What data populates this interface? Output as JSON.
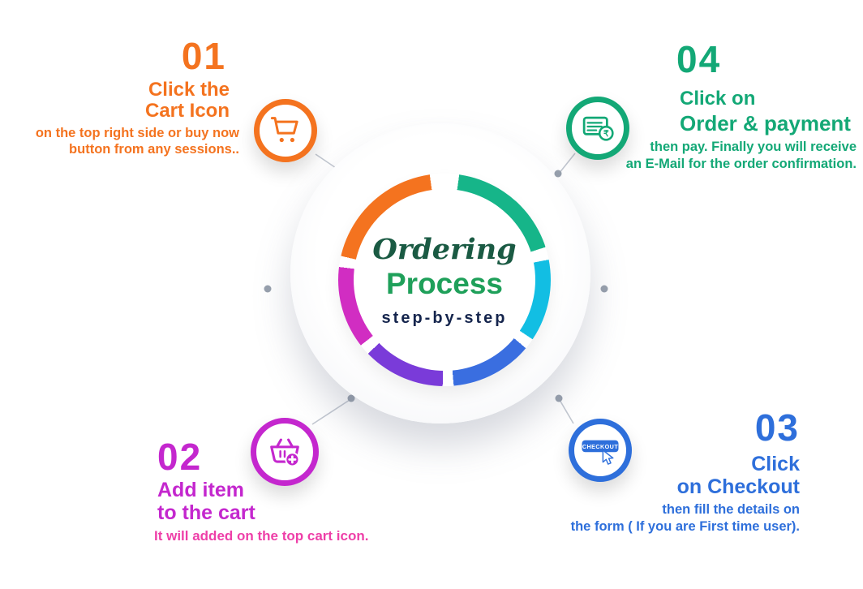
{
  "center": {
    "title_line1": "Ordering",
    "title_line2": "Process",
    "subtitle": "step-by-step"
  },
  "steps": [
    {
      "number": "01",
      "color": "#F4731F",
      "desc_color": "#F4731F",
      "heading_lines": [
        "Click the",
        "Cart Icon"
      ],
      "description_lines": [
        "on the top right side or buy now",
        "button from any sessions.."
      ],
      "icon": "cart-icon"
    },
    {
      "number": "02",
      "color": "#C427CE",
      "desc_color": "#EE3FA8",
      "heading_lines": [
        "Add item",
        "to the cart"
      ],
      "description_lines": [
        "It will added on the top cart icon."
      ],
      "icon": "basket-add-icon"
    },
    {
      "number": "03",
      "color": "#2E6FDB",
      "desc_color": "#2E6FDB",
      "heading_lines": [
        "Click",
        "on Checkout"
      ],
      "description_lines": [
        "then fill the details on",
        "the form ( If you are First time user)."
      ],
      "icon": "checkout-icon",
      "checkout_button_label": "CHECKOUT"
    },
    {
      "number": "04",
      "color": "#13A876",
      "desc_color": "#13A876",
      "heading_lines": [
        "Click on",
        "Order & payment"
      ],
      "description_lines": [
        "then pay. Finally you will receive",
        "an E-Mail for the order confirmation."
      ],
      "icon": "payment-icon",
      "currency_symbol": "₹"
    }
  ],
  "ring": {
    "gap_color": "#ffffff",
    "segments": [
      {
        "color": "#16B589",
        "from": 8,
        "to": 72
      },
      {
        "color": "#12BEE3",
        "from": 79,
        "to": 124
      },
      {
        "color": "#3A6EE0",
        "from": 130,
        "to": 175
      },
      {
        "color": "#7A3BD9",
        "from": 181,
        "to": 226
      },
      {
        "color": "#D12DC2",
        "from": 232,
        "to": 277
      },
      {
        "color": "#F4731F",
        "from": 283,
        "to": 352
      }
    ]
  }
}
